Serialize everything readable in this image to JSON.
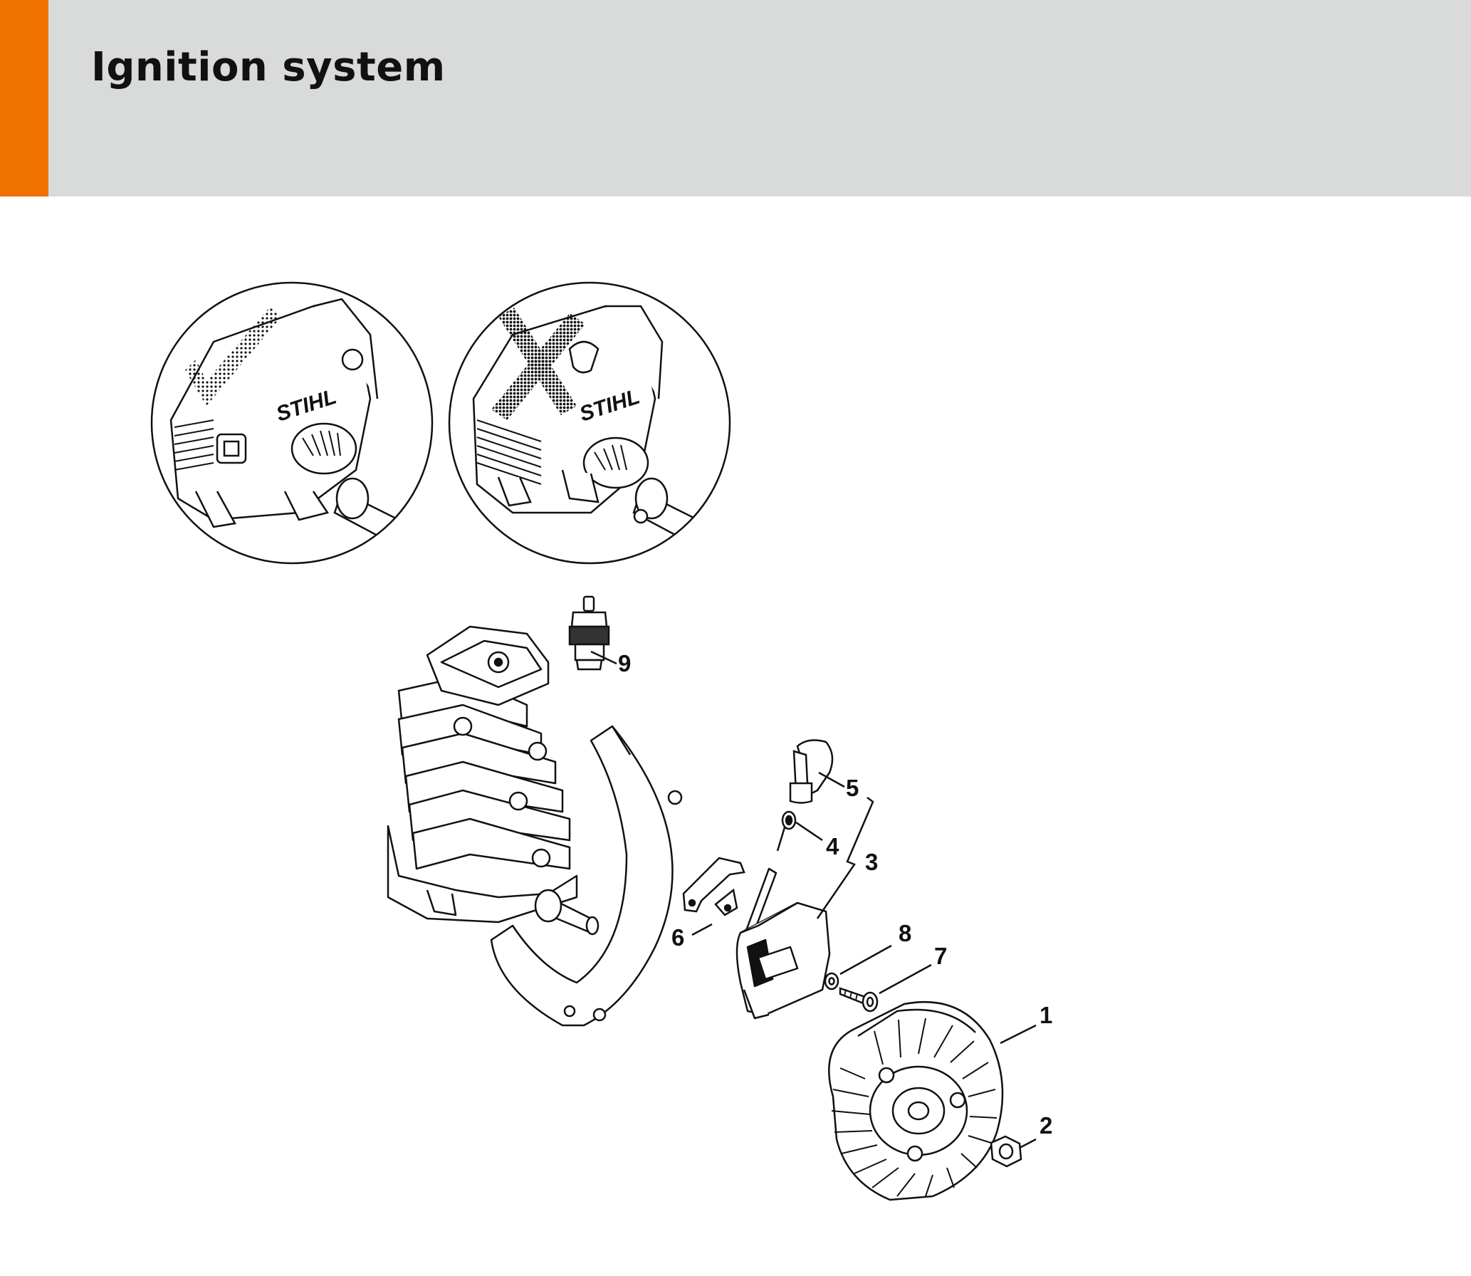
{
  "page": {
    "title": "Ignition system"
  },
  "colors": {
    "accent": "#ef7100",
    "header_band": "#d9dbdb",
    "line_art": "#111111"
  },
  "thumbnails": [
    {
      "name": "correct-orientation",
      "logo": "STIHL",
      "marking": "check"
    },
    {
      "name": "incorrect-orientation",
      "logo": "STIHL",
      "marking": "cross"
    }
  ],
  "callouts": [
    {
      "id": "1",
      "label": "1"
    },
    {
      "id": "2",
      "label": "2"
    },
    {
      "id": "3",
      "label": "3"
    },
    {
      "id": "4",
      "label": "4"
    },
    {
      "id": "5",
      "label": "5"
    },
    {
      "id": "6",
      "label": "6"
    },
    {
      "id": "7",
      "label": "7"
    },
    {
      "id": "8",
      "label": "8"
    },
    {
      "id": "9",
      "label": "9"
    }
  ]
}
